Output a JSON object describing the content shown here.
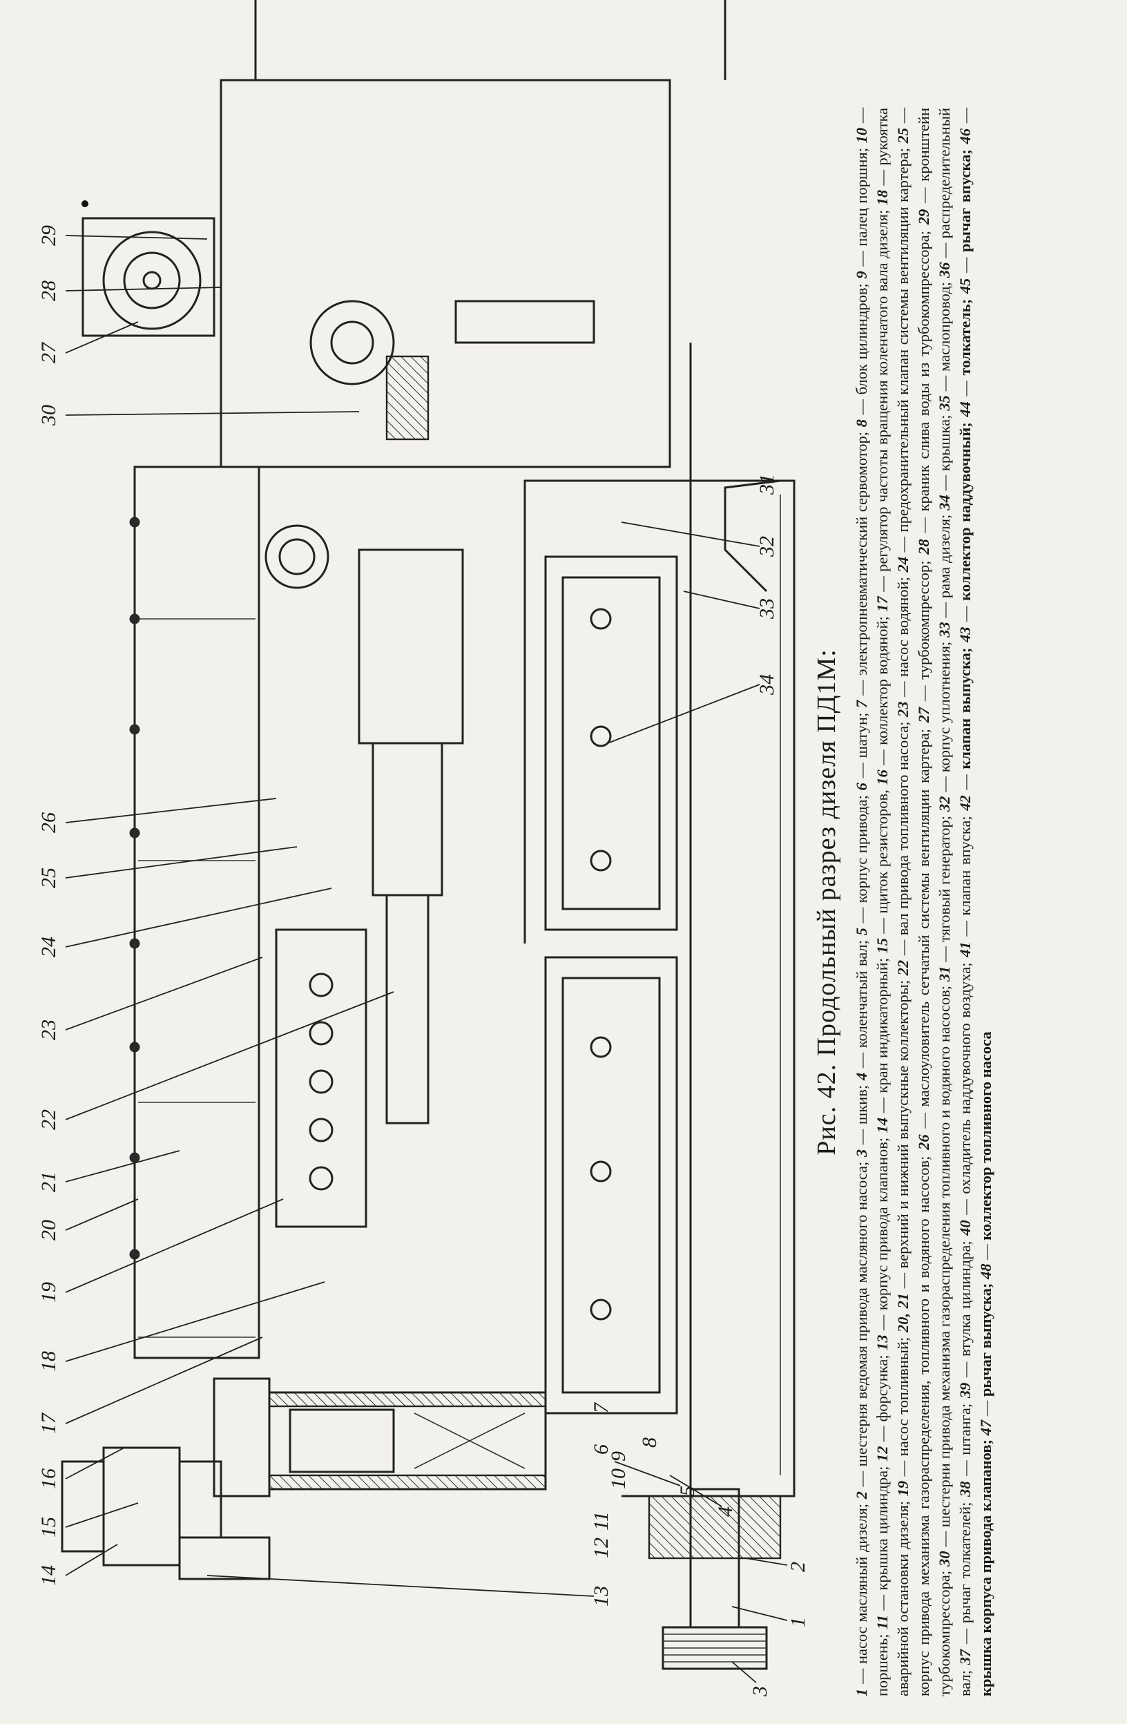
{
  "figure": {
    "title": "Рис. 42. Продольный разрез дизеля ПД1М:",
    "callouts": [
      "1",
      "2",
      "3",
      "4",
      "5",
      "6",
      "7",
      "8",
      "9",
      "10",
      "11",
      "12",
      "13",
      "14",
      "15",
      "16",
      "17",
      "18",
      "19",
      "20",
      "21",
      "22",
      "23",
      "24",
      "25",
      "26",
      "27",
      "28",
      "29",
      "30",
      "31",
      "32",
      "33",
      "34"
    ],
    "legend": [
      {
        "n": "1",
        "t": "насос масляный дизеля;"
      },
      {
        "n": "2",
        "t": "шестерня ведомая привода масляного насоса;"
      },
      {
        "n": "3",
        "t": "шкив;"
      },
      {
        "n": "4",
        "t": "коленчатый вал;"
      },
      {
        "n": "5",
        "t": "корпус привода;"
      },
      {
        "n": "6",
        "t": "шатун;"
      },
      {
        "n": "7",
        "t": "электропневматический сервомотор;"
      },
      {
        "n": "8",
        "t": "блок цилиндров;"
      },
      {
        "n": "9",
        "t": "палец поршня;"
      },
      {
        "n": "10",
        "t": "поршень;"
      },
      {
        "n": "11",
        "t": "крышка цилиндра;"
      },
      {
        "n": "12",
        "t": "форсунка;"
      },
      {
        "n": "13",
        "t": "корпус привода клапанов;"
      },
      {
        "n": "14",
        "t": "кран индикаторный;"
      },
      {
        "n": "15",
        "t": "щиток резисторов,"
      },
      {
        "n": "16",
        "t": "коллектор водяной;"
      },
      {
        "n": "17",
        "t": "регулятор частоты вращения коленчатого вала дизеля;"
      },
      {
        "n": "18",
        "t": "рукоятка аварийной остановки дизеля;"
      },
      {
        "n": "19",
        "t": "насос топливный;"
      },
      {
        "n": "20, 21",
        "t": "верхний и нижний выпускные коллекторы;"
      },
      {
        "n": "22",
        "t": "вал привода топливного насоса;"
      },
      {
        "n": "23",
        "t": "насос водяной;"
      },
      {
        "n": "24",
        "t": "предохранительный клапан системы вентиляции картера;"
      },
      {
        "n": "25",
        "t": "корпус привода механизма газораспределения, топливного и водяного насосов;"
      },
      {
        "n": "26",
        "t": "маслоуловитель сетчатый системы вентиляции картера;"
      },
      {
        "n": "27",
        "t": "турбокомпрессор;"
      },
      {
        "n": "28",
        "t": "краник слива воды из турбокомпрессора;"
      },
      {
        "n": "29",
        "t": "кронштейн турбокомпрессора;"
      },
      {
        "n": "30",
        "t": "шестерни привода механизма газораспределения топливного и водяного насосов;"
      },
      {
        "n": "31",
        "t": "тяговый генератор;"
      },
      {
        "n": "32",
        "t": "корпус уплотнения;"
      },
      {
        "n": "33",
        "t": "рама дизеля;"
      },
      {
        "n": "34",
        "t": "крышка;"
      },
      {
        "n": "35",
        "t": "маслопровод;"
      },
      {
        "n": "36",
        "t": "распределительный вал;"
      },
      {
        "n": "37",
        "t": "рычаг толкателей;"
      },
      {
        "n": "38",
        "t": "штанга;"
      },
      {
        "n": "39",
        "t": "втулка цилиндра;"
      },
      {
        "n": "40",
        "t": "охладитель наддувочного воздуха;"
      },
      {
        "n": "41",
        "t": "клапан впуска;"
      },
      {
        "n": "42",
        "t": "клапан выпуска;"
      },
      {
        "n": "43",
        "t": "коллектор наддувочный;"
      },
      {
        "n": "44",
        "t": "толкатель;"
      },
      {
        "n": "45",
        "t": "рычаг впуска;"
      },
      {
        "n": "46",
        "t": "крышка корпуса привода клапанов;"
      },
      {
        "n": "47",
        "t": "рычаг выпуска;"
      },
      {
        "n": "48",
        "t": "коллектор топливного насоса"
      }
    ]
  }
}
